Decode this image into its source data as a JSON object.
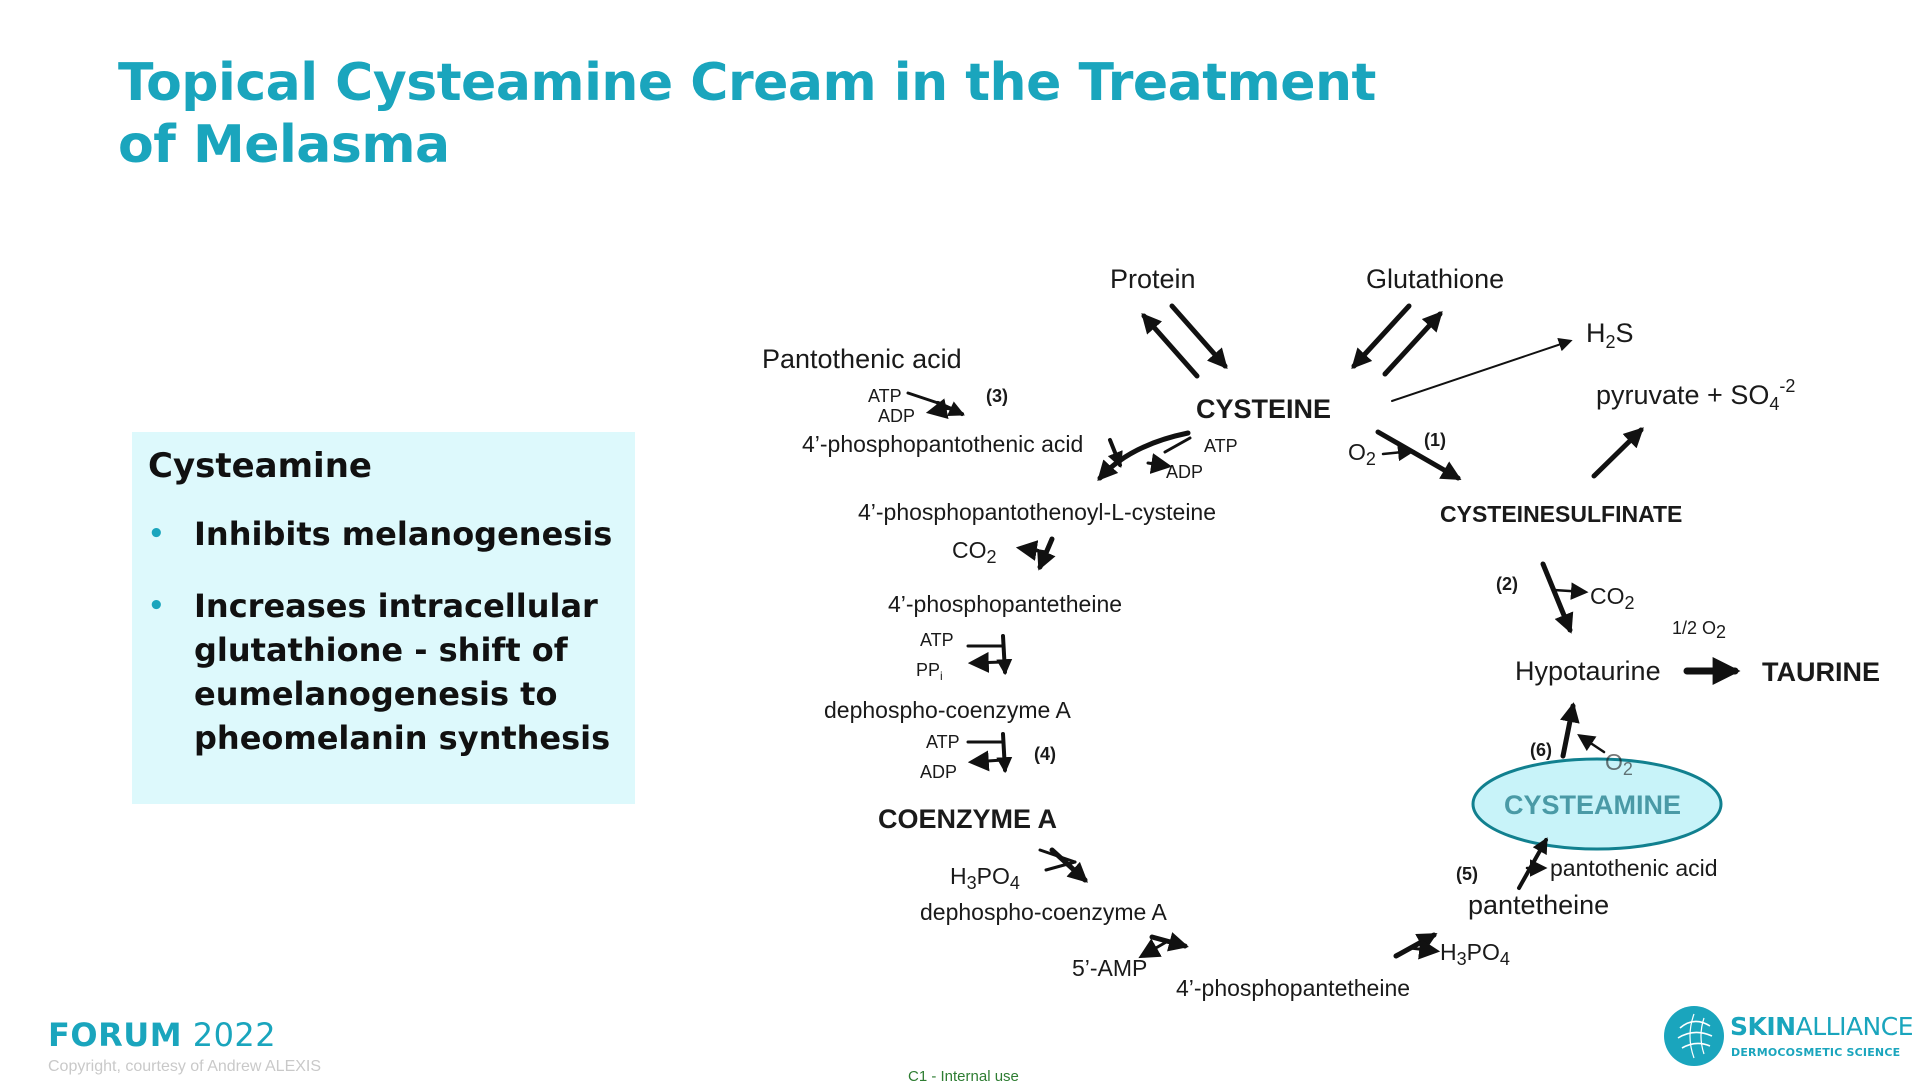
{
  "slide": {
    "title": "Topical Cysteamine Cream in the Treatment of Melasma"
  },
  "infobox": {
    "heading": "Cysteamine",
    "bullets": [
      "Inhibits melanogenesis",
      "Increases intracellular glutathione - shift of eumelanogenesis to pheomelanin synthesis"
    ]
  },
  "pathway": {
    "protein": "Protein",
    "glutathione": "Glutathione",
    "cysteine": "CYSTEINE",
    "h2s": "H",
    "h2s_sub": "2",
    "h2s_tail": "S",
    "pyruvate": "pyruvate + SO",
    "pyruvate_sub": "4",
    "pyruvate_sup": "-2",
    "o2_1": "O",
    "o2_1_sub": "2",
    "step1": "(1)",
    "cysteinesulfinate": "CYSTEINESULFINATE",
    "step2": "(2)",
    "co2_2": "CO",
    "co2_2_sub": "2",
    "half_o2": "1/2 O",
    "half_o2_sub": "2",
    "hypotaurine": "Hypotaurine",
    "taurine": "TAURINE",
    "step6": "(6)",
    "o2_6": "O",
    "o2_6_sub": "2",
    "cysteamine": "CYSTEAMINE",
    "step5": "(5)",
    "pantothenic_acid_right": "pantothenic acid",
    "pantetheine": "pantetheine",
    "h3po4_right_a": "H",
    "h3po4_right_b": "3",
    "h3po4_right_c": "PO",
    "h3po4_right_d": "4",
    "pantothenic_acid": "Pantothenic acid",
    "atp_3": "ATP",
    "adp_3": "ADP",
    "step3": "(3)",
    "phosphopantothenic": "4’-phosphopantothenic acid",
    "atp_cys": "ATP",
    "adp_cys": "ADP",
    "phosphopantothenoyl": "4’-phosphopantothenoyl-L-cysteine",
    "co2_left": "CO",
    "co2_left_sub": "2",
    "phosphopantetheine_1": "4’-phosphopantetheine",
    "atp_ppi": "ATP",
    "ppi": "PP",
    "ppi_sub": "i",
    "dephospho_coa": "dephospho-coenzyme A",
    "atp_4": "ATP",
    "adp_4": "ADP",
    "step4": "(4)",
    "coenzyme_a": "COENZYME A",
    "h3po4_left_a": "H",
    "h3po4_left_b": "3",
    "h3po4_left_c": "PO",
    "h3po4_left_d": "4",
    "dephospho_coa_2": "dephospho-coenzyme A",
    "amp": "5’-AMP",
    "phosphopantetheine_2": "4’-phosphopantetheine"
  },
  "footer": {
    "forum": "FORUM",
    "year": "2022",
    "copyright": "Copyright, courtesy of Andrew ALEXIS",
    "internal": "C1 - Internal use",
    "brand_bold": "SKIN",
    "brand_light": "ALLIANCE",
    "brand_sub": "DERMOCOSMETIC SCIENCE"
  },
  "colors": {
    "accent": "#1aa5bd",
    "box_bg": "#ddf9fc",
    "highlight": "#c8f3f9"
  }
}
